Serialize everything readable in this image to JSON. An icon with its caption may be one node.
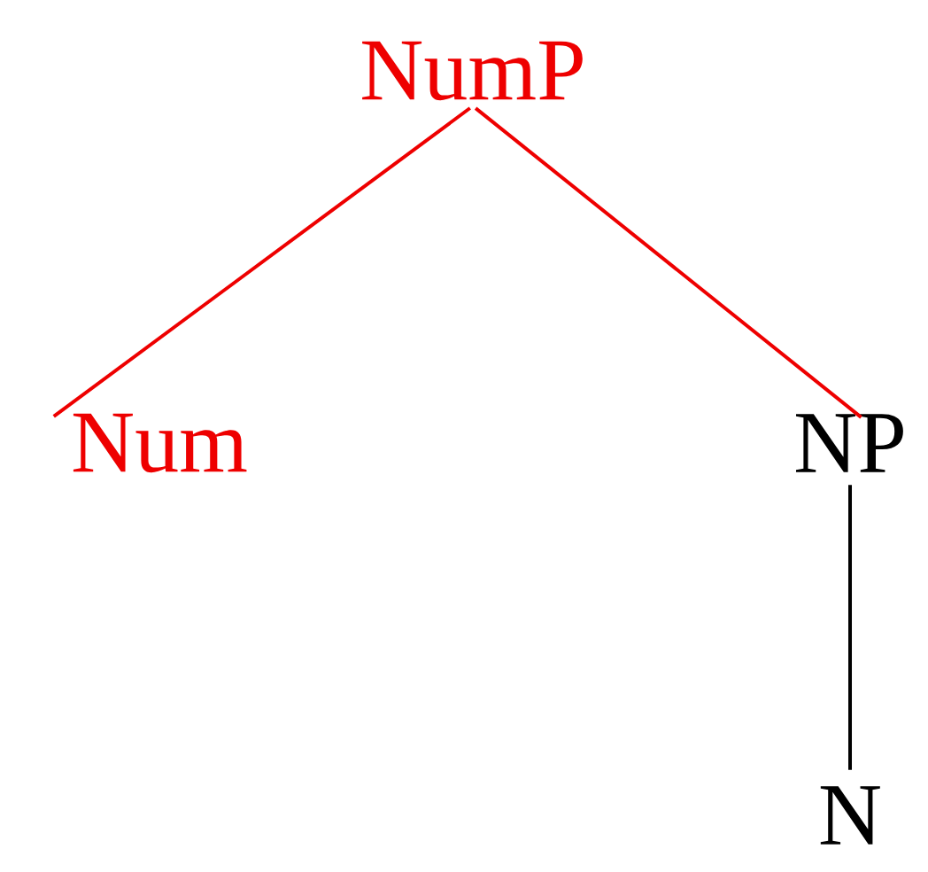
{
  "diagram": {
    "nodes": [
      {
        "text": [
          "NumP"
        ]
      },
      {
        "text": [
          "Num"
        ]
      },
      {
        "text": [
          "NP"
        ]
      },
      {
        "text": [
          "N"
        ]
      }
    ],
    "edges": [
      {
        "from": 0,
        "to": 1,
        "arrow": "none"
      },
      {
        "from": 0,
        "to": 2,
        "arrow": "none"
      },
      {
        "from": 2,
        "to": 3,
        "arrow": "none",
        "color": "#000000"
      }
    ]
  }
}
